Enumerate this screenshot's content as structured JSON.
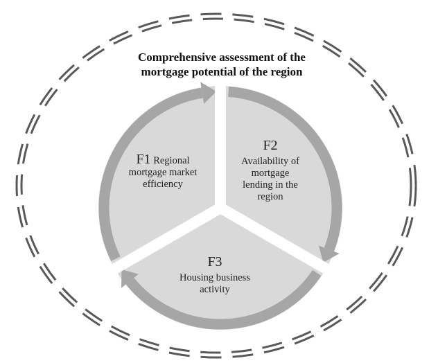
{
  "title_lines": [
    "Comprehensive assessment of the",
    "mortgage potential of the region"
  ],
  "factors": [
    {
      "code": "F1",
      "lines": [
        "Regional",
        "mortgage market",
        "efficiency"
      ]
    },
    {
      "code": "F2",
      "lines": [
        "Availability of",
        "mortgage",
        "lending in the",
        "region"
      ]
    },
    {
      "code": "F3",
      "lines": [
        "Housing business",
        "activity"
      ]
    }
  ],
  "colors": {
    "sector_fill": "#d9d9d9",
    "arrow": "#a6a6a6",
    "ring": "#595959"
  }
}
